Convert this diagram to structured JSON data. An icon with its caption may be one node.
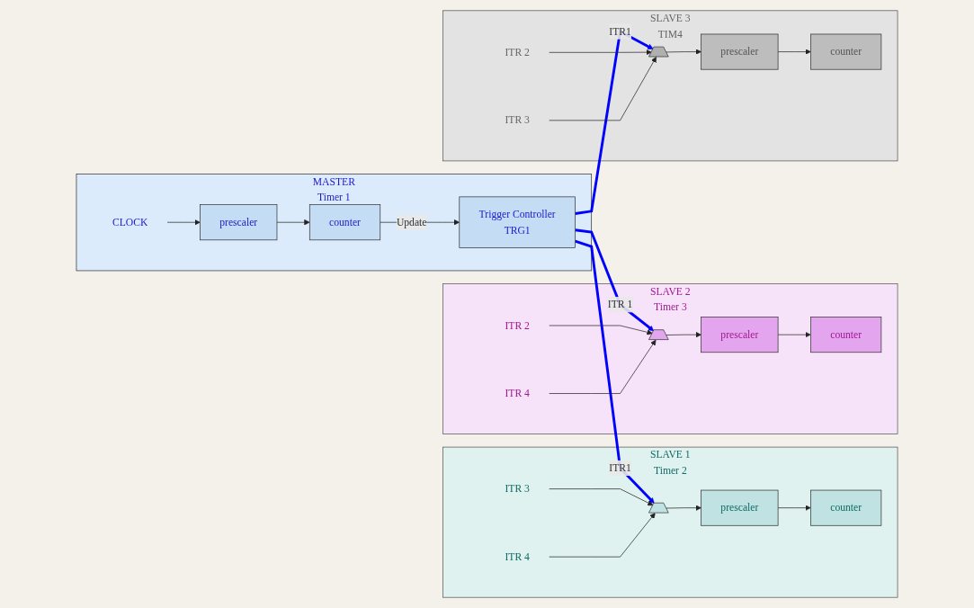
{
  "diagram": {
    "nodes": [
      {
        "text": [
          "MASTER",
          "Timer 1"
        ]
      },
      {
        "text": [
          "CLOCK"
        ],
        "in": 0
      },
      {
        "text": [
          "prescaler"
        ],
        "in": 0
      },
      {
        "text": [
          "counter"
        ],
        "in": 0
      },
      {
        "text": [
          "Trigger Controller",
          "TRG1"
        ],
        "in": 0
      },
      {
        "text": [
          "SLAVE 1",
          "Timer 2"
        ]
      },
      {
        "text": [
          "ITR 3"
        ],
        "in": 5
      },
      {
        "text": [
          "ITR 4"
        ],
        "in": 5
      },
      {
        "text": [],
        "shape": "trapezoid",
        "in": 5
      },
      {
        "text": [
          "prescaler"
        ],
        "in": 5
      },
      {
        "text": [
          "counter"
        ],
        "in": 5
      },
      {
        "text": [
          "SLAVE 2",
          "Timer 3"
        ]
      },
      {
        "text": [
          "ITR 2"
        ],
        "in": 11
      },
      {
        "text": [
          "ITR 4"
        ],
        "in": 11
      },
      {
        "text": [],
        "shape": "trapezoid",
        "in": 11
      },
      {
        "text": [
          "prescaler"
        ],
        "in": 11
      },
      {
        "text": [
          "counter"
        ],
        "in": 11
      },
      {
        "text": [
          "SLAVE 3",
          "TIM4"
        ]
      },
      {
        "text": [
          "ITR 2"
        ],
        "in": 17
      },
      {
        "text": [
          "ITR 3"
        ],
        "in": 17
      },
      {
        "text": [],
        "shape": "trapezoid",
        "in": 17
      },
      {
        "text": [
          "prescaler"
        ],
        "in": 17
      },
      {
        "text": [
          "counter"
        ],
        "in": 17
      }
    ],
    "edges": [
      {
        "from": 1,
        "to": 2,
        "arrow": "to"
      },
      {
        "from": 2,
        "to": 3,
        "arrow": "to"
      },
      {
        "from": 3,
        "to": 4,
        "arrow": "to",
        "label": "Update"
      },
      {
        "from": 4,
        "to": 8,
        "arrow": "to",
        "label": "ITR1",
        "style": "thick",
        "color": "#0000ff"
      },
      {
        "from": 4,
        "to": 14,
        "arrow": "to",
        "label": "ITR 1",
        "style": "thick",
        "color": "#0000ff"
      },
      {
        "from": 4,
        "to": 20,
        "arrow": "to",
        "label": "ITR1",
        "style": "thick",
        "color": "#0000ff"
      },
      {
        "from": 6,
        "to": 8,
        "arrow": "to"
      },
      {
        "from": 7,
        "to": 8,
        "arrow": "to"
      },
      {
        "from": 8,
        "to": 9,
        "arrow": "to"
      },
      {
        "from": 9,
        "to": 10,
        "arrow": "to"
      },
      {
        "from": 12,
        "to": 14,
        "arrow": "to"
      },
      {
        "from": 13,
        "to": 14,
        "arrow": "to"
      },
      {
        "from": 14,
        "to": 15,
        "arrow": "to"
      },
      {
        "from": 15,
        "to": 16,
        "arrow": "to"
      },
      {
        "from": 18,
        "to": 20,
        "arrow": "to"
      },
      {
        "from": 19,
        "to": 20,
        "arrow": "to"
      },
      {
        "from": 20,
        "to": 21,
        "arrow": "to"
      },
      {
        "from": 21,
        "to": 22,
        "arrow": "to"
      }
    ]
  }
}
